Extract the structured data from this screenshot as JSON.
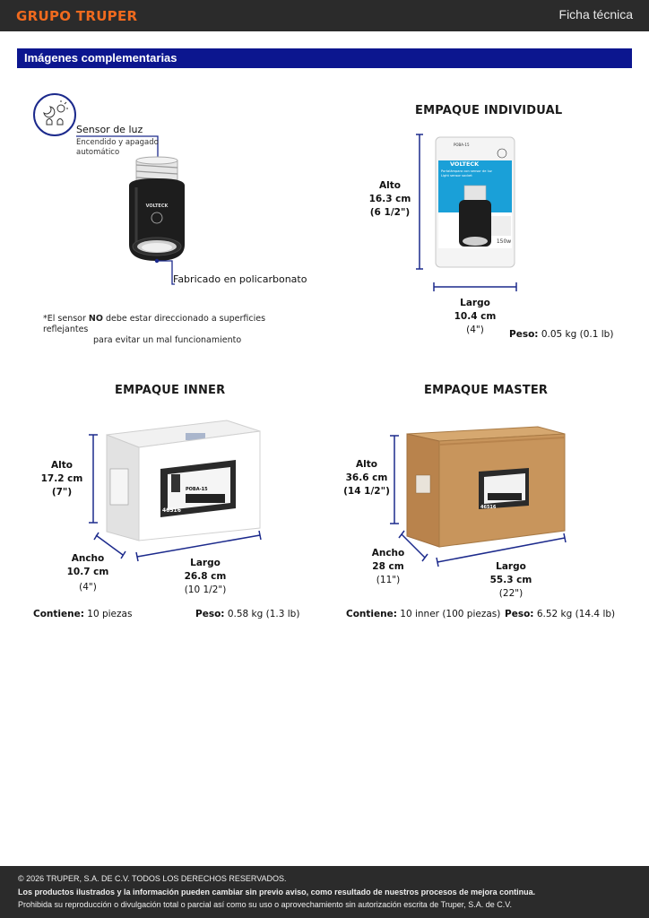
{
  "header": {
    "logo": "GRUPO TRUPER",
    "title": "Ficha técnica"
  },
  "section": {
    "title": "Imágenes complementarias"
  },
  "product": {
    "sensor_title": "Sensor de luz",
    "sensor_desc_1": "Encendido y apagado",
    "sensor_desc_2": "automático",
    "material": "Fabricado en policarbonato",
    "note_prefix": "*El sensor ",
    "note_bold": "NO",
    "note_rest": " debe estar direccionado a superficies reflejantes",
    "note_line2": "para evitar un mal funcionamiento",
    "brand_on_product": "VOLTECK"
  },
  "individual": {
    "heading": "EMPAQUE INDIVIDUAL",
    "alto_label": "Alto",
    "alto_cm": "16.3 cm",
    "alto_in": "(6 1/2\")",
    "largo_label": "Largo",
    "largo_cm": "10.4 cm",
    "largo_in": "(4\")",
    "peso_label": "Peso:",
    "peso_value": "0.05 kg (0.1 lb)",
    "pack_code": "POBA-15",
    "pack_brand": "VOLTECK",
    "pack_text_1": "Portalámpara con sensor de luz",
    "pack_text_2": "Light sensor socket",
    "pack_watt": "150w"
  },
  "inner": {
    "heading": "EMPAQUE INNER",
    "alto_label": "Alto",
    "alto_cm": "17.2 cm",
    "alto_in": "(7\")",
    "ancho_label": "Ancho",
    "ancho_cm": "10.7 cm",
    "ancho_in": "(4\")",
    "largo_label": "Largo",
    "largo_cm": "26.8 cm",
    "largo_in": "(10 1/2\")",
    "contiene_label": "Contiene:",
    "contiene_value": "10 piezas",
    "peso_label": "Peso:",
    "peso_value": "0.58 kg (1.3 lb)",
    "label_code": "POBA-15",
    "label_number": "46516"
  },
  "master": {
    "heading": "EMPAQUE MASTER",
    "alto_label": "Alto",
    "alto_cm": "36.6 cm",
    "alto_in": "(14 1/2\")",
    "ancho_label": "Ancho",
    "ancho_cm": "28 cm",
    "ancho_in": "(11\")",
    "largo_label": "Largo",
    "largo_cm": "55.3 cm",
    "largo_in": "(22\")",
    "contiene_label": "Contiene:",
    "contiene_value": "10 inner (100 piezas)",
    "peso_label": "Peso:",
    "peso_value": "6.52 kg (14.4 lb)",
    "label_number": "46516"
  },
  "footer": {
    "line1": "© 2026 TRUPER, S.A. DE C.V. TODOS LOS DERECHOS RESERVADOS.",
    "line2": "Los productos ilustrados y la información pueden cambiar sin previo aviso, como resultado de nuestros procesos de mejora continua.",
    "line3": "Prohibida su reproducción o divulgación total o parcial así como su uso o aprovechamiento sin autorización escrita de Truper, S.A. de C.V."
  },
  "colors": {
    "header_bg": "#2b2b2b",
    "logo": "#f06a1e",
    "section_bar": "#0c168f",
    "dimension_line": "#1c2a8c",
    "cardboard": "#c8955c"
  }
}
